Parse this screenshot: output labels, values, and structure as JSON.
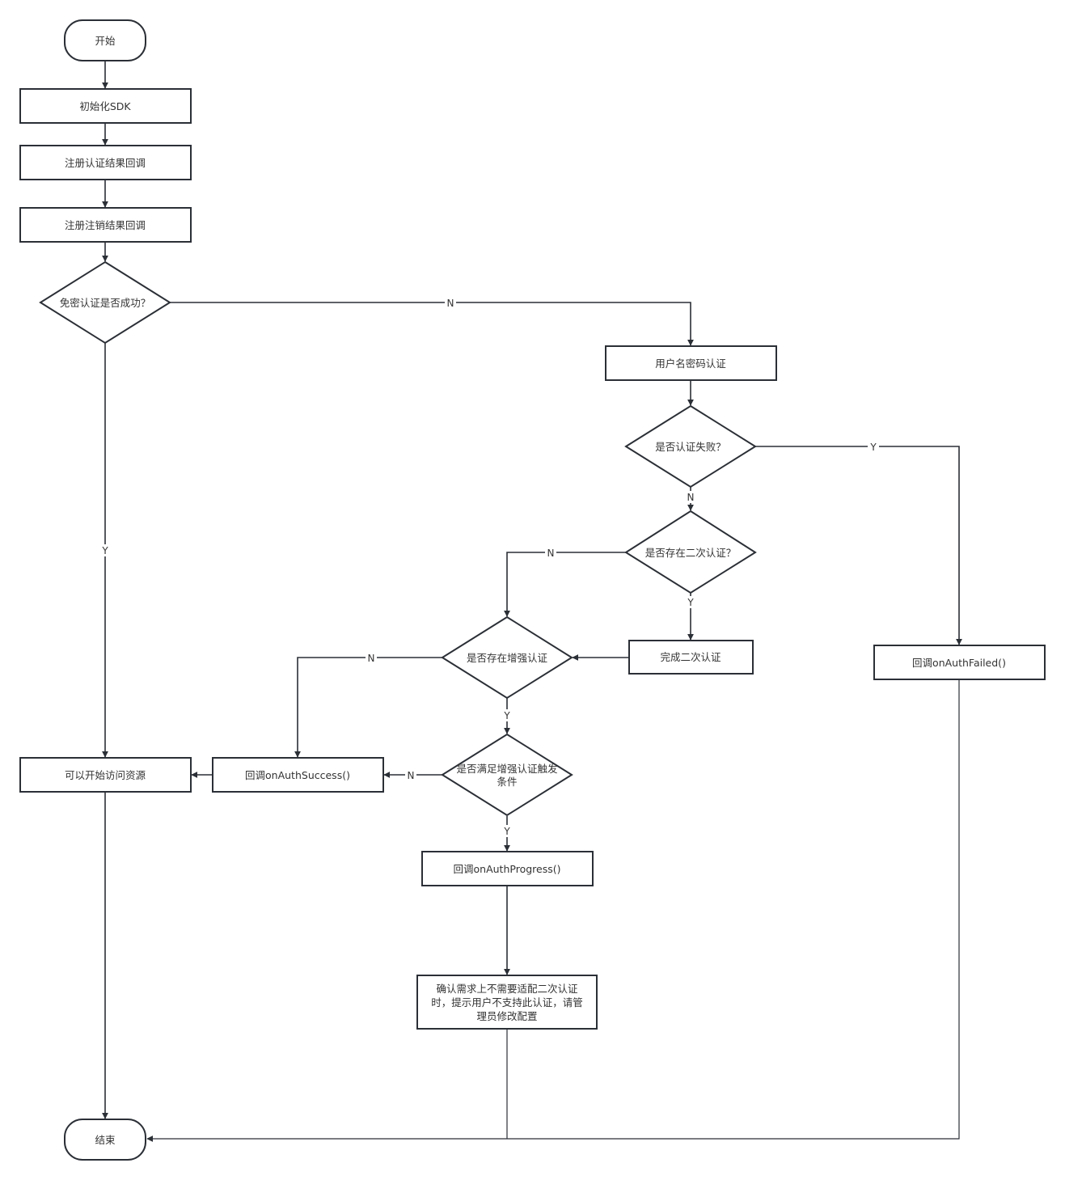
{
  "diagram": {
    "nodes": {
      "start": "开始",
      "init_sdk": "初始化SDK",
      "reg_auth_cb": "注册认证结果回调",
      "reg_logout_cb": "注册注销结果回调",
      "pwdless_ok": "免密认证是否成功？",
      "user_pwd_auth": "用户名密码认证",
      "auth_failed_q": "是否认证失败？",
      "second_auth_q": "是否存在二次认证？",
      "complete_second": "完成二次认证",
      "enhanced_q": "是否存在增强认证",
      "cb_failed": "回调onAuthFailed()",
      "can_access": "可以开始访问资源",
      "cb_success": "回调onAuthSuccess()",
      "enhanced_trigger_q_line1": "是否满足增强认证触发",
      "enhanced_trigger_q_line2": "条件",
      "cb_progress": "回调onAuthProgress()",
      "confirm_line1": "确认需求上不需要适配二次认证",
      "confirm_line2": "时，提示用户不支持此认证，请管",
      "confirm_line3": "理员修改配置",
      "end": "结束"
    },
    "edge_labels": {
      "pwdless_no": "N",
      "pwdless_yes": "Y",
      "auth_failed_yes": "Y",
      "auth_failed_no": "N",
      "second_no": "N",
      "second_yes": "Y",
      "enhanced_no": "N",
      "enhanced_yes": "Y",
      "trigger_no": "N",
      "trigger_yes": "Y"
    },
    "colors": {
      "stroke": "#2b2f36",
      "fill": "#ffffff",
      "text": "#333333"
    }
  }
}
